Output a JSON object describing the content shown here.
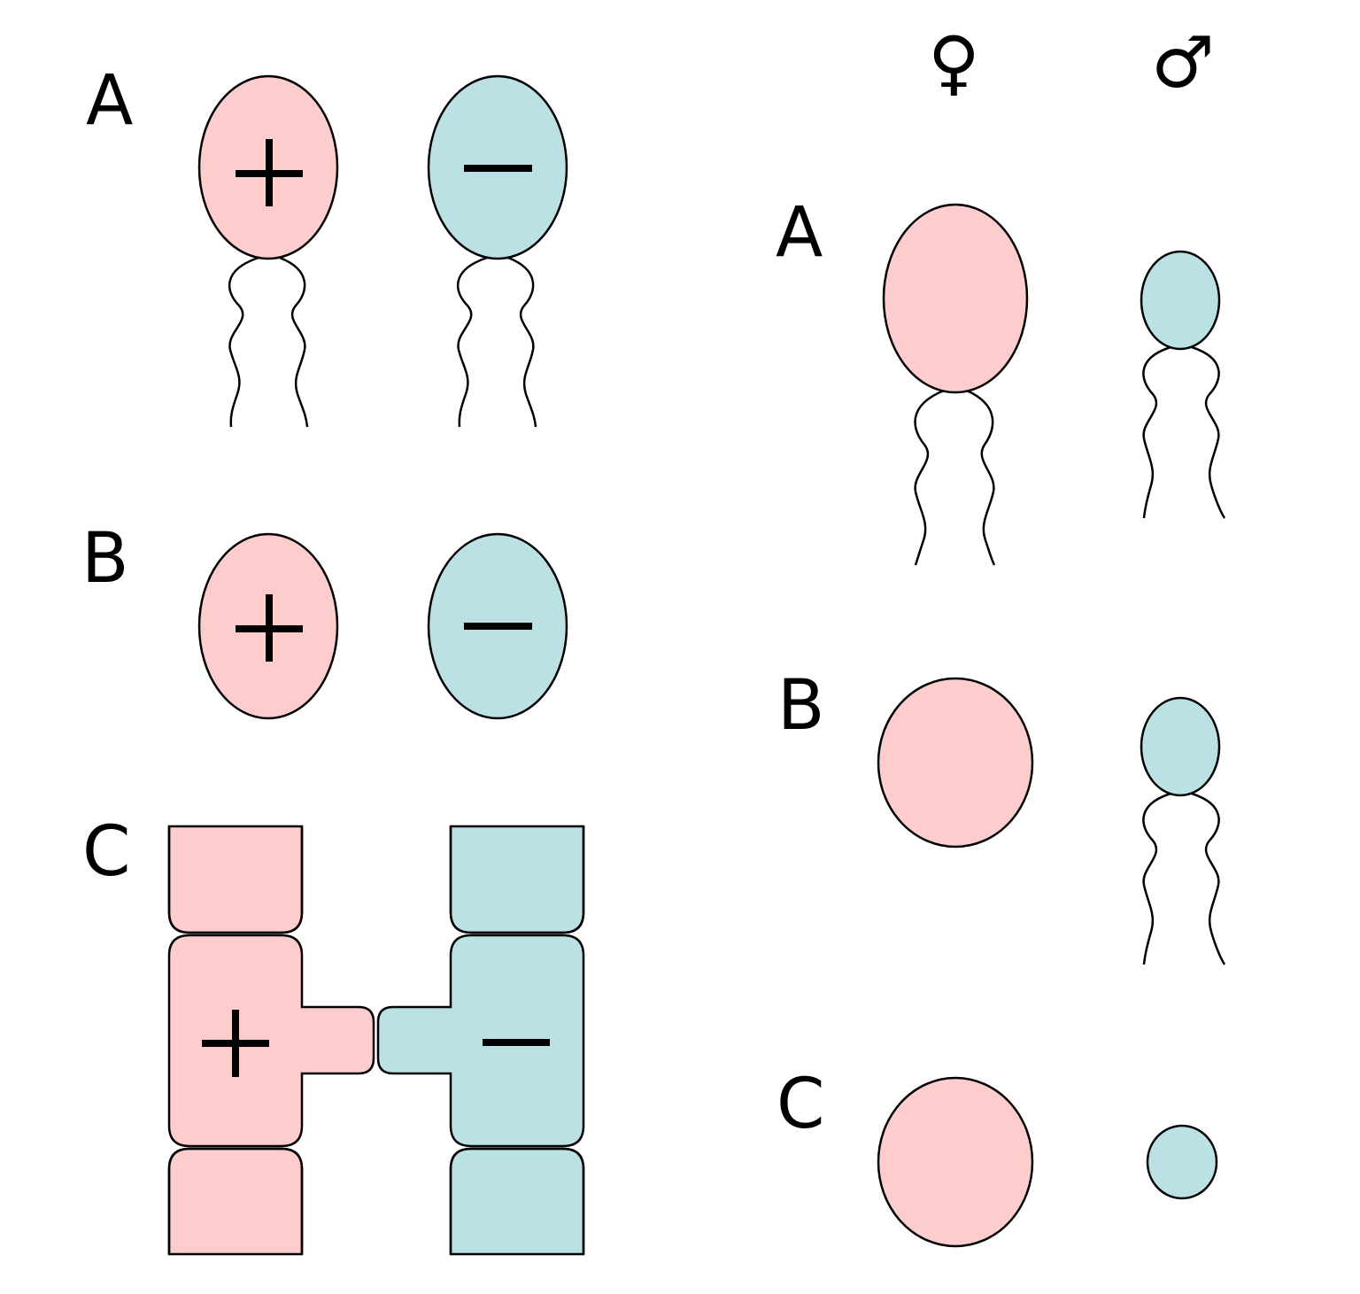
{
  "colors": {
    "plus_cell": "#fdcdcd",
    "minus_cell": "#bce1e4",
    "stroke": "#000000",
    "background": "#ffffff"
  },
  "left_panel": {
    "row_a_label": "A",
    "row_b_label": "B",
    "row_c_label": "C"
  },
  "right_panel": {
    "female_symbol": "♀",
    "male_symbol": "♂",
    "row_a_label": "A",
    "row_b_label": "B",
    "row_c_label": "C"
  }
}
